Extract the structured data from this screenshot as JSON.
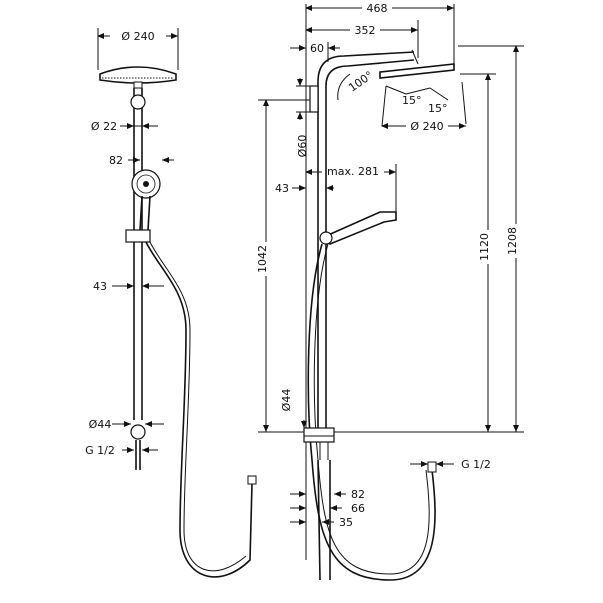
{
  "front_view": {
    "head_diameter": "Ø 240",
    "arm_diameter": "Ø 22",
    "handshower_offset": "82",
    "rail_width": "43",
    "connector_diameter": "Ø44",
    "thread": "G 1/2"
  },
  "side_view": {
    "total_depth": "468",
    "arm_reach": "352",
    "top_offset": "60",
    "angle": "100°",
    "tilt_left": "15°",
    "tilt_right": "15°",
    "head_diameter": "Ø 240",
    "wall_bracket": "Ø60",
    "max_reach": "max. 281",
    "rail_offset": "43",
    "height_1042": "1042",
    "height_1120": "1120",
    "height_1208": "1208",
    "base_diameter": "Ø44",
    "dim_82": "82",
    "dim_66": "66",
    "dim_35": "35",
    "thread": "G 1/2"
  },
  "colors": {
    "line": "#111111",
    "background": "#ffffff"
  }
}
